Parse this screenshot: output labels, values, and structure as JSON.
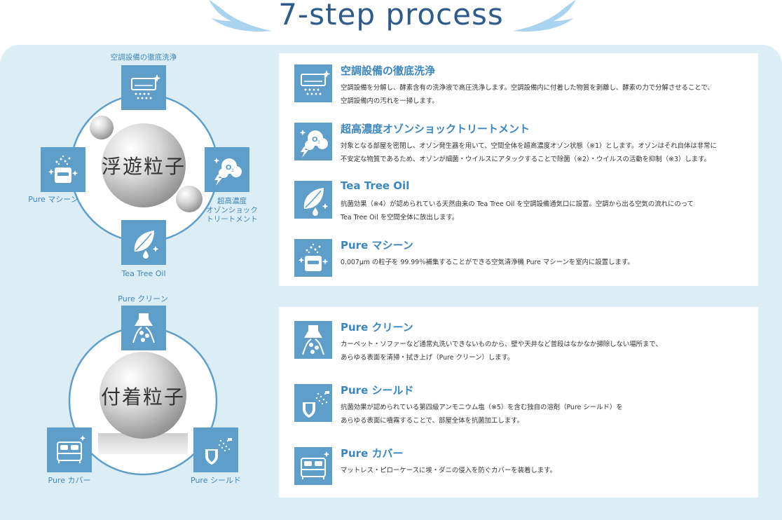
{
  "title": "7-step process",
  "colors": {
    "accent": "#3d86bd",
    "icon_bg": "#5f9ec9",
    "panel_bg": "#dcedf6",
    "title": "#2f5b8a"
  },
  "diagram_top": {
    "center": "浮遊粒子",
    "nodes": [
      {
        "label": "空調設備の徹底洗浄",
        "icon": "air-conditioner-icon"
      },
      {
        "label_lines": [
          "超高濃度",
          "オゾンショック",
          "トリートメント"
        ],
        "icon": "ozone-icon"
      },
      {
        "label": "Tea Tree Oil",
        "icon": "leaf-drop-icon"
      },
      {
        "label": "Pure マシーン",
        "icon": "purifier-machine-icon"
      }
    ]
  },
  "diagram_bottom": {
    "center": "付着粒子",
    "nodes": [
      {
        "label": "Pure クリーン",
        "icon": "ceiling-spray-icon"
      },
      {
        "label": "Pure シールド",
        "icon": "shield-spray-icon"
      },
      {
        "label": "Pure カバー",
        "icon": "bed-cover-icon"
      }
    ]
  },
  "steps_top": [
    {
      "title": "空調設備の徹底洗浄",
      "icon": "air-conditioner-icon",
      "lines": [
        "空調設備を分解し、酵素含有の洗浄液で高圧洗浄します。空調設備内に付着した物質を剥離し、酵素の力で分解させることで、",
        "空調設備内の汚れを一掃します。"
      ]
    },
    {
      "title": "超高濃度オゾンショックトリートメント",
      "icon": "ozone-icon",
      "lines": [
        "対象となる部屋を密閉し、オゾン発生器を用いて、空間全体を超高濃度オゾン状態（※1）とします。オゾンはそれ自体は非常に",
        "不安定な物質であるため、オゾンが細菌・ウイルスにアタックすることで除菌（※2）・ウイルスの活動を抑制（※3）します。"
      ]
    },
    {
      "title": "Tea Tree Oil",
      "icon": "leaf-drop-icon",
      "lines": [
        "抗菌効果（※4）が認められている天然由来の Tea Tree Oil を空調設備通気口に設置。空調から出る空気の流れにのって",
        "Tea Tree Oil を空間全体に放出します。"
      ]
    },
    {
      "title": "Pure マシーン",
      "icon": "purifier-machine-icon",
      "lines": [
        "0.007μm の粒子を 99.99％補集することができる空気清浄機 Pure マシーンを室内に設置します。"
      ]
    }
  ],
  "steps_bottom": [
    {
      "title": "Pure クリーン",
      "icon": "ceiling-spray-icon",
      "lines": [
        "カーペット・ソファーなど通常丸洗いできないものから、壁や天井など普段はなかなか掃除しない場所まで、",
        "あらゆる表面を清掃・拭き上げ（Pure クリーン）します。"
      ]
    },
    {
      "title": "Pure シールド",
      "icon": "shield-spray-icon",
      "lines": [
        "抗菌効果が認められている第四級アンモニウム塩（※5）を含む独自の溶剤（Pure シールド）を",
        "あらゆる表面に噴霧することで、部屋全体を抗菌加工します。"
      ]
    },
    {
      "title": "Pure カバー",
      "icon": "bed-cover-icon",
      "lines": [
        "マットレス・ピローケースに埃・ダニの侵入を防ぐカバーを装着します。"
      ]
    }
  ]
}
